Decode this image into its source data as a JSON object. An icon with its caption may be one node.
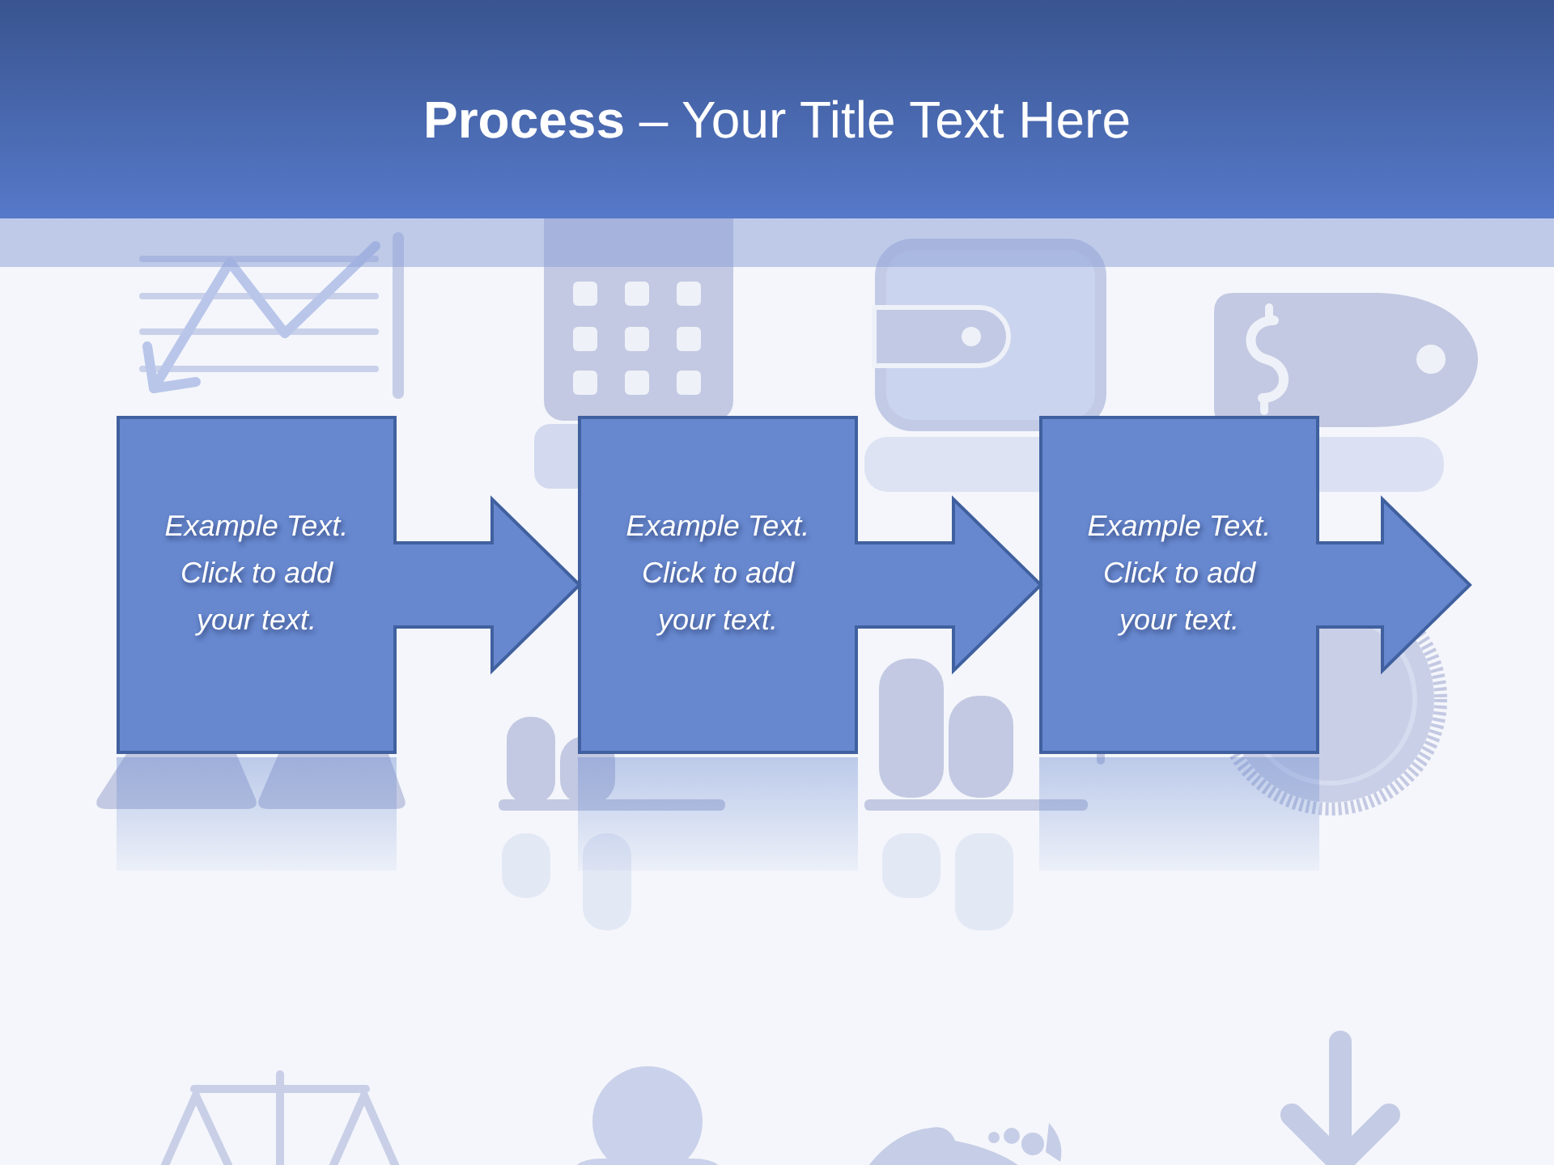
{
  "diagram": {
    "title": "**Process** – Your Title Text Here",
    "nodes": [
      {
        "text": [
          "Example Text. Click to add your text."
        ]
      },
      {
        "text": [
          "Example Text. Click to add your text."
        ]
      },
      {
        "text": [
          "Example Text. Click to add your text."
        ]
      }
    ],
    "edges": [
      {
        "from": 0,
        "to": 1,
        "arrow": "to"
      },
      {
        "from": 1,
        "to": 2,
        "arrow": "to"
      },
      {
        "from": 2,
        "to": null,
        "arrow": "to"
      }
    ]
  }
}
